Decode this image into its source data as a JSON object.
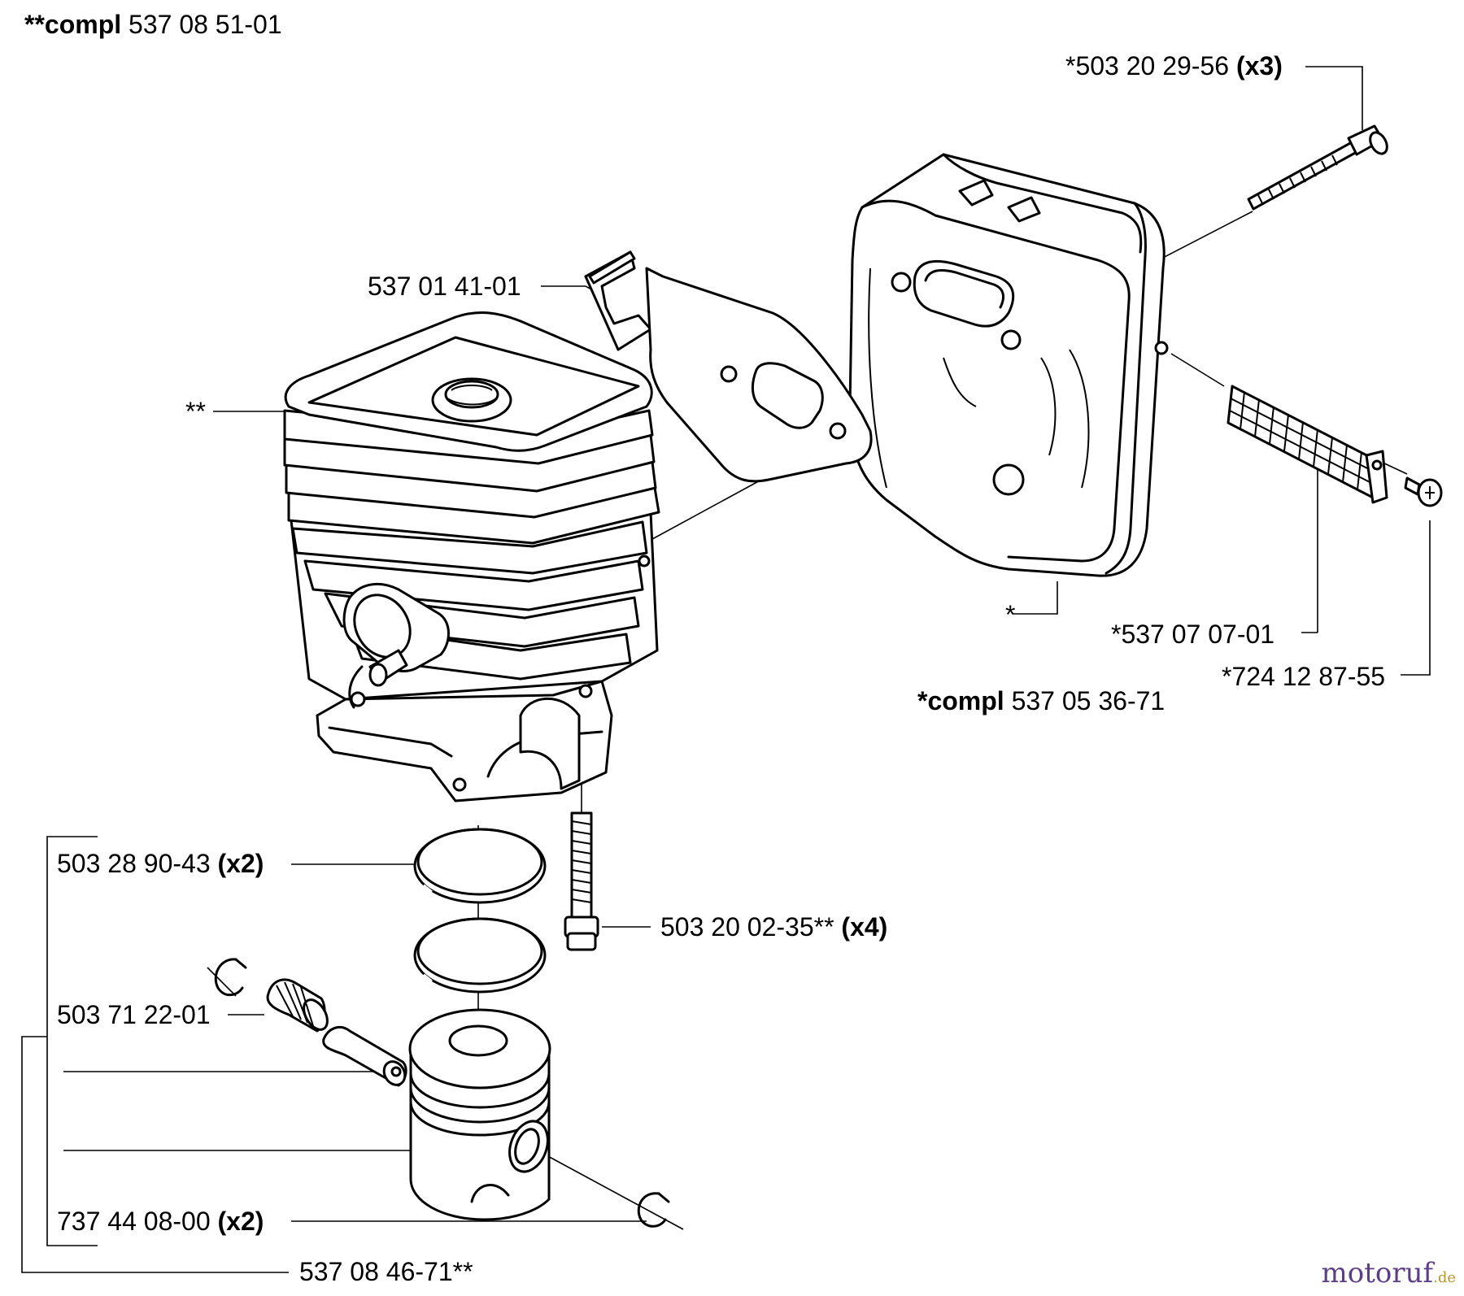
{
  "diagram": {
    "assemblies": {
      "cylinder_compl": {
        "prefix": "**",
        "word": "compl",
        "number": "537 08 51-01"
      },
      "muffler_compl": {
        "prefix": "*",
        "word": "compl",
        "number": "537 05 36-71"
      }
    },
    "parts": {
      "muffler_bolt": {
        "number": "*503 20 29-56",
        "qty": "(x3)"
      },
      "bracket_gasket": {
        "number": "537 01 41-01"
      },
      "cylinder_marker": {
        "number": "**"
      },
      "muffler_marker": {
        "number": "*"
      },
      "spark_screen": {
        "number": "*537 07 07-01"
      },
      "screen_screw": {
        "number": "*724 12 87-55"
      },
      "piston_ring": {
        "number": "503 28 90-43",
        "qty": "(x2)"
      },
      "cylinder_screw": {
        "number": "503 20 02-35**",
        "qty": "(x4)"
      },
      "needle_bearing": {
        "number": "503 71 22-01"
      },
      "circlip": {
        "number": "737 44 08-00",
        "qty": "(x2)"
      },
      "piston_kit": {
        "number": "537 08 46-71**"
      }
    },
    "watermark": {
      "main": "motoruf",
      "suffix": ".de"
    },
    "colors": {
      "watermark_purple": "#5b3f86",
      "watermark_gold": "#b8962e",
      "line": "#000000"
    }
  }
}
